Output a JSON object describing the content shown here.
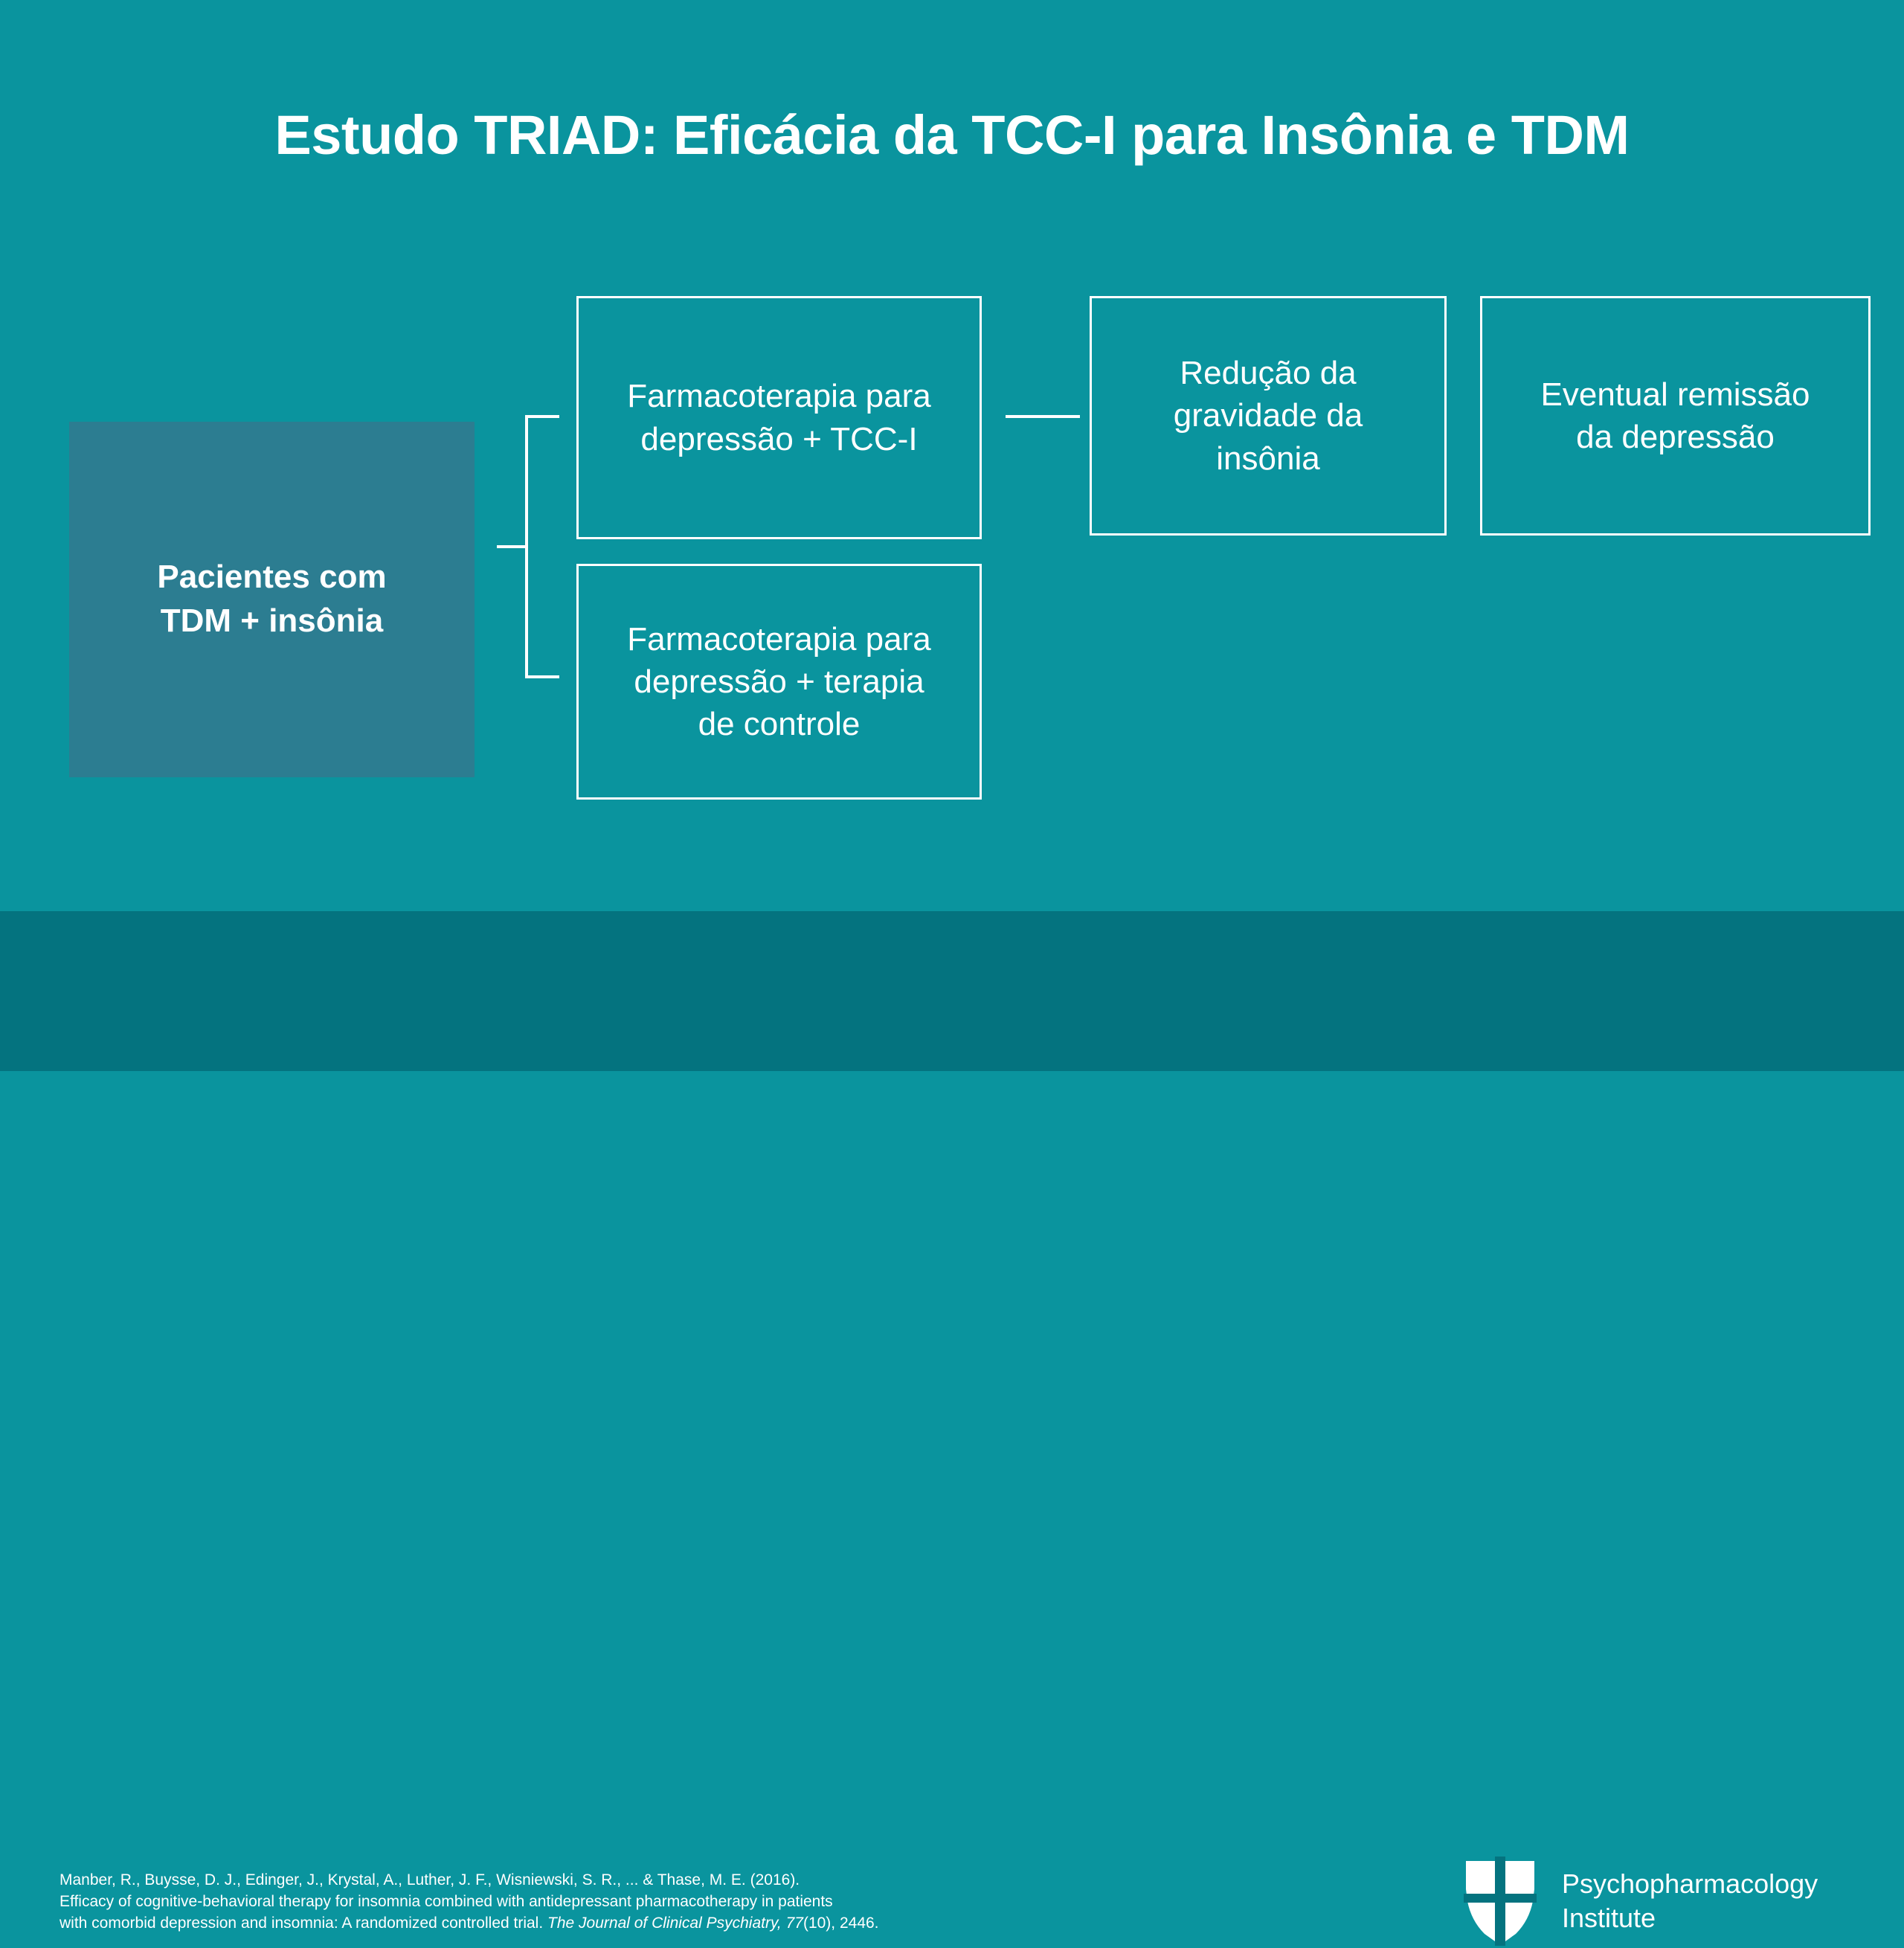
{
  "slide": {
    "title": "Estudo TRIAD: Eficácia da TCC-I para Insônia e TDM",
    "background_color": "#0a949e",
    "footer_color": "#04737f",
    "accent_box_color": "#2c7d91",
    "text_color": "#ffffff"
  },
  "diagram": {
    "nodes": {
      "patients": "Pacientes com\nTDM + insônia",
      "cbti_arm": "Farmacoterapia para\ndepressão + TCC-I",
      "control_arm": "Farmacoterapia para\ndepressão + terapia\nde controle",
      "insomnia_severity": "Redução da\ngravidade da\ninsônia",
      "depression_remission": "Eventual remissão\nda depressão"
    }
  },
  "citation": {
    "line1": "Manber, R., Buysse, D. J., Edinger, J., Krystal, A., Luther, J. F., Wisniewski, S. R., ... & Thase, M. E. (2016).",
    "line2": "Efficacy of cognitive-behavioral therapy for insomnia combined with antidepressant pharmacotherapy in patients",
    "line3_pre": "with comorbid depression and insomnia: A randomized controlled trial. ",
    "line3_journal": "The Journal of Clinical Psychiatry, 77",
    "line3_post": "(10), 2446."
  },
  "logo": {
    "icon": "shield-icon",
    "line1": "Psychopharmacology",
    "line2": "Institute"
  }
}
